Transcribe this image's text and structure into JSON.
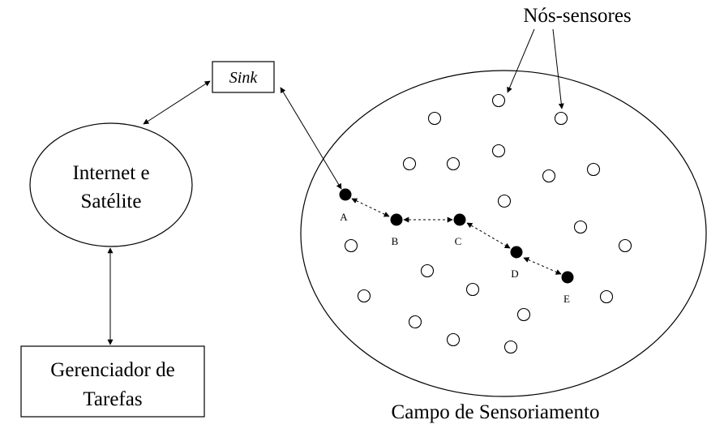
{
  "diagram": {
    "sink_label": "Sink",
    "internet_label_line1": "Internet e",
    "internet_label_line2": "Satélite",
    "manager_label_line1": "Gerenciador de",
    "manager_label_line2": "Tarefas",
    "sensor_nodes_label": "Nós-sensores",
    "field_label": "Campo de Sensoriamento",
    "path_nodes": [
      "A",
      "B",
      "C",
      "D",
      "E"
    ]
  }
}
